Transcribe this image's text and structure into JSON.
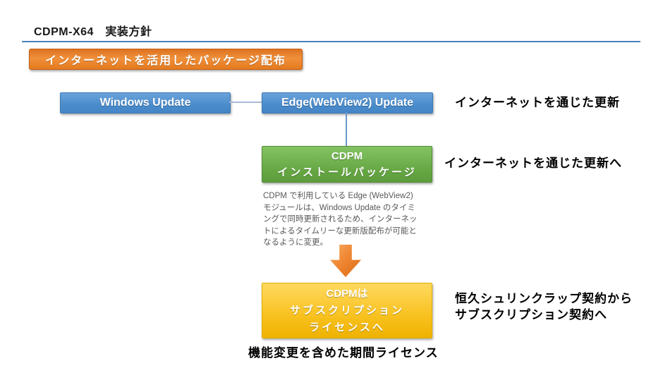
{
  "slide": {
    "title": "CDPM-X64　実装方針",
    "banner": "インターネットを活用したパッケージ配布"
  },
  "flow": {
    "windows_update": "Windows Update",
    "edge_update": "Edge(WebView2) Update",
    "cdpm_package": {
      "line1": "CDPM",
      "line2": "インストールパッケージ"
    },
    "cdpm_license": {
      "line1": "CDPMは",
      "line2": "サブスクリプション",
      "line3": "ライセンスへ"
    }
  },
  "annotations": {
    "blue_row": "インターネットを通じた更新",
    "green_row": "インターネットを通じた更新へ",
    "gold_row_line1": "恒久シュリンクラップ契約から",
    "gold_row_line2": "サブスクリプション契約へ",
    "bottom_note": "機能変更を含めた期間ライセンス"
  },
  "description": {
    "lines": [
      "CDPM で利用している Edge (WebView2)",
      "モジュールは、Windows Update のタイミ",
      "ングで同時更新されるため、インターネッ",
      "トによるタイムリーな更新版配布が可能と",
      "なるように変更。"
    ]
  },
  "icons": {
    "down_arrow": "down-arrow"
  },
  "colors": {
    "accent_orange": "#ED7D31",
    "accent_blue": "#5B9BD5",
    "accent_green": "#70AD47",
    "accent_gold": "#FFC000",
    "underline_blue": "#4F81BD",
    "connector_blue": "#7DA7D9",
    "description_gray": "#595959"
  }
}
